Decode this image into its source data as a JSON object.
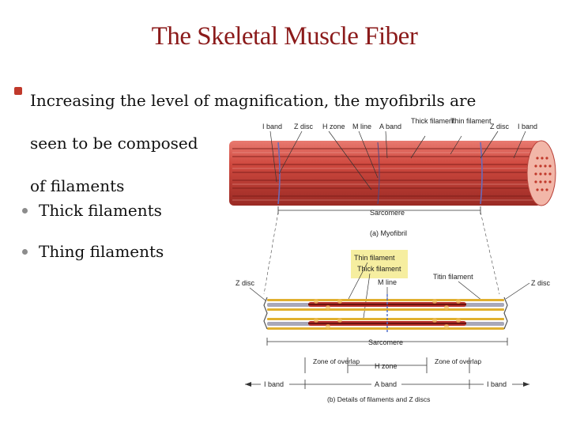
{
  "slide": {
    "title": "The Skeletal Muscle Fiber",
    "main_bullet_line1": "Increasing the level of magnification, the myofibrils are",
    "main_bullet_line2": "seen to be composed",
    "main_bullet_line3": "of filaments",
    "sub_bullets": [
      "Thick filaments",
      "Thing filaments"
    ]
  },
  "figure": {
    "top_labels": [
      "I band",
      "Z disc",
      "H zone",
      "M line",
      "A band",
      "Thick filament",
      "Thin filament",
      "Z disc",
      "I band"
    ],
    "sarcomere_label": "Sarcomere",
    "caption_a": "(a) Myofibril",
    "thin_filament_label": "Thin filament",
    "thick_filament_label": "Thick filament",
    "m_line_label": "M line",
    "titin_label": "Titin filament",
    "z_disc_left": "Z disc",
    "z_disc_right": "Z disc",
    "sarcomere_label_b": "Sarcomere",
    "zone_overlap_left": "Zone of overlap",
    "h_zone_label": "H zone",
    "zone_overlap_right": "Zone of overlap",
    "i_band_left": "I band",
    "a_band_label": "A band",
    "i_band_right": "I band",
    "caption_b": "(b) Details of filaments and Z discs",
    "colors": {
      "muscle_red": "#c83a32",
      "thin_yellow": "#e0b030",
      "zdisc_blue": "#6a6ab8",
      "highlight_yellow": "#f6eea0"
    }
  }
}
